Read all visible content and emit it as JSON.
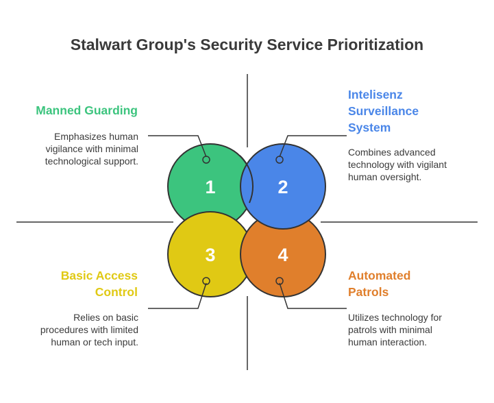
{
  "title": "Stalwart Group's Security Service Prioritization",
  "colors": {
    "green": "#3cc47e",
    "blue": "#4a86e8",
    "yellow": "#e0c914",
    "orange": "#e07f2c",
    "stroke": "#333333"
  },
  "quadrants": [
    {
      "number": "1",
      "heading_lines": [
        "Manned Guarding"
      ],
      "desc_lines": [
        "Emphasizes human",
        "vigilance with minimal",
        "technological support."
      ],
      "color": "#3cc47e"
    },
    {
      "number": "2",
      "heading_lines": [
        "Intelisenz",
        "Surveillance",
        "System"
      ],
      "desc_lines": [
        "Combines advanced",
        "technology with vigilant",
        "human oversight."
      ],
      "color": "#4a86e8"
    },
    {
      "number": "3",
      "heading_lines": [
        "Basic Access",
        "Control"
      ],
      "desc_lines": [
        "Relies on basic",
        "procedures with limited",
        "human or tech input."
      ],
      "color": "#e0c914"
    },
    {
      "number": "4",
      "heading_lines": [
        "Automated",
        "Patrols"
      ],
      "desc_lines": [
        "Utilizes technology for",
        "patrols with minimal",
        "human interaction."
      ],
      "color": "#e07f2c"
    }
  ]
}
